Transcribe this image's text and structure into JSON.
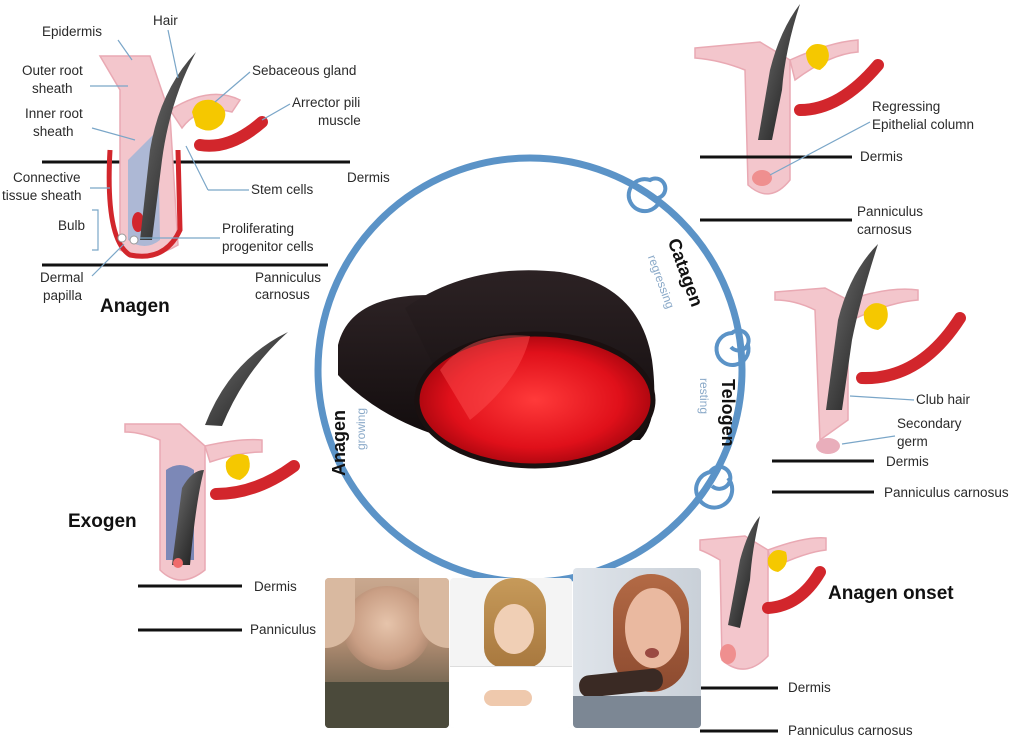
{
  "stages": {
    "anagen_title": "Anagen",
    "exogen_title": "Exogen",
    "anagen_onset_title": "Anagen onset",
    "ring_anagen": "Anagen",
    "ring_anagen_sub": "growing",
    "ring_catagen": "Catagen",
    "ring_catagen_sub": "regressing",
    "ring_telogen": "Telogen",
    "ring_telogen_sub": "resting"
  },
  "anagen_labels": {
    "epidermis": "Epidermis",
    "hair": "Hair",
    "outer_root_1": "Outer root",
    "outer_root_2": "sheath",
    "sebaceous": "Sebaceous gland",
    "inner_root_1": "Inner root",
    "inner_root_2": "sheath",
    "arrector_1": "Arrector pili",
    "arrector_2": "muscle",
    "dermis": "Dermis",
    "connective_1": "Connective",
    "connective_2": "tissue sheath",
    "stem_cells": "Stem cells",
    "bulb": "Bulb",
    "proliferating_1": "Proliferating",
    "proliferating_2": "progenitor cells",
    "dermal_1": "Dermal",
    "dermal_2": "papilla",
    "panniculus_1": "Panniculus",
    "panniculus_2": "carnosus"
  },
  "catagen_labels": {
    "regressing_1": "Regressing",
    "regressing_2": "Epithelial column",
    "dermis": "Dermis",
    "panniculus_1": "Panniculus",
    "panniculus_2": "carnosus"
  },
  "telogen_labels": {
    "club_hair": "Club hair",
    "secondary_1": "Secondary",
    "secondary_2": "germ",
    "dermis": "Dermis",
    "panniculus": "Panniculus carnosus"
  },
  "exogen_labels": {
    "dermis": "Dermis",
    "panniculus": "Panniculus"
  },
  "onset_labels": {
    "dermis": "Dermis",
    "panniculus": "Panniculus carnosus"
  },
  "colors": {
    "ring": "#5b93c7",
    "follicle": "#f3c6cc",
    "gland": "#f5c800",
    "muscle": "#d2262c",
    "cap_shell": "#1c1516",
    "cap_led": "#e8101c"
  },
  "photos": [
    "balding-man-photo",
    "woman-hair-in-hands-photo",
    "woman-hairbrush-photo"
  ]
}
